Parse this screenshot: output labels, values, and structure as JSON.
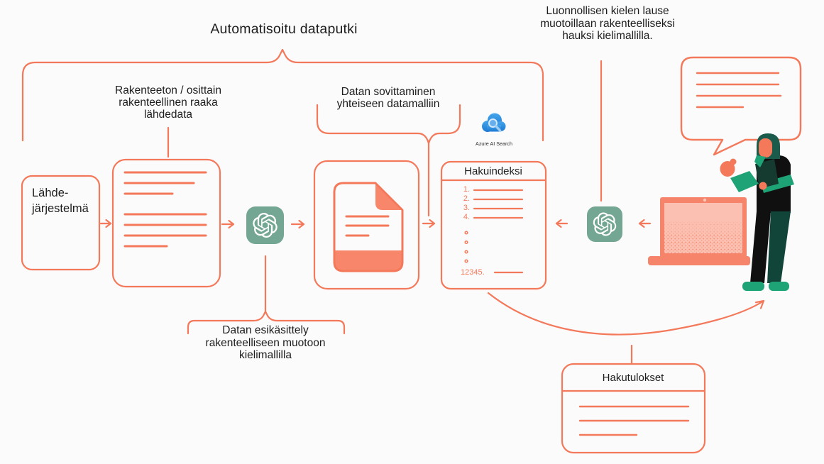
{
  "title": "Automatisoitu dataputki",
  "colors": {
    "accent": "#F4795B",
    "accent_fill": "#F8866B",
    "screen_pink": "#FBC0B2",
    "openai_green": "#74A793",
    "azure_blue": "#2E96E4",
    "person_hood": "#1A5B4B",
    "person_green": "#1EA377",
    "ink": "#1D1D1D"
  },
  "annotations": {
    "raw_source_label": "Rakenteeton / osittain\nrakenteellinen raaka\nlähdedata",
    "mapping_label": "Datan sovittaminen\nyhteiseen datamalliin",
    "preprocessing_label": "Datan esikäsittely\nrakenteelliseen muotoon\nkielimallilla",
    "nl_query_label": "Luonnollisen kielen lause\nmuotoillaan rakenteelliseksi\nhauksi kielimallilla."
  },
  "nodes": {
    "source_system": {
      "label": "Lähde-\njärjestelmä"
    },
    "azure_search": {
      "label": "Azure AI Search"
    },
    "search_index": {
      "title": "Hakuindeksi",
      "item_numbers": [
        "1.",
        "2.",
        "3.",
        "4."
      ],
      "overflow_number": "12345."
    },
    "search_results": {
      "title": "Hakutulokset"
    }
  },
  "icons": {
    "openai_preprocess": "openai-logo",
    "openai_query": "openai-logo",
    "azure_ai_search": "azure-ai-search-cloud-icon"
  }
}
